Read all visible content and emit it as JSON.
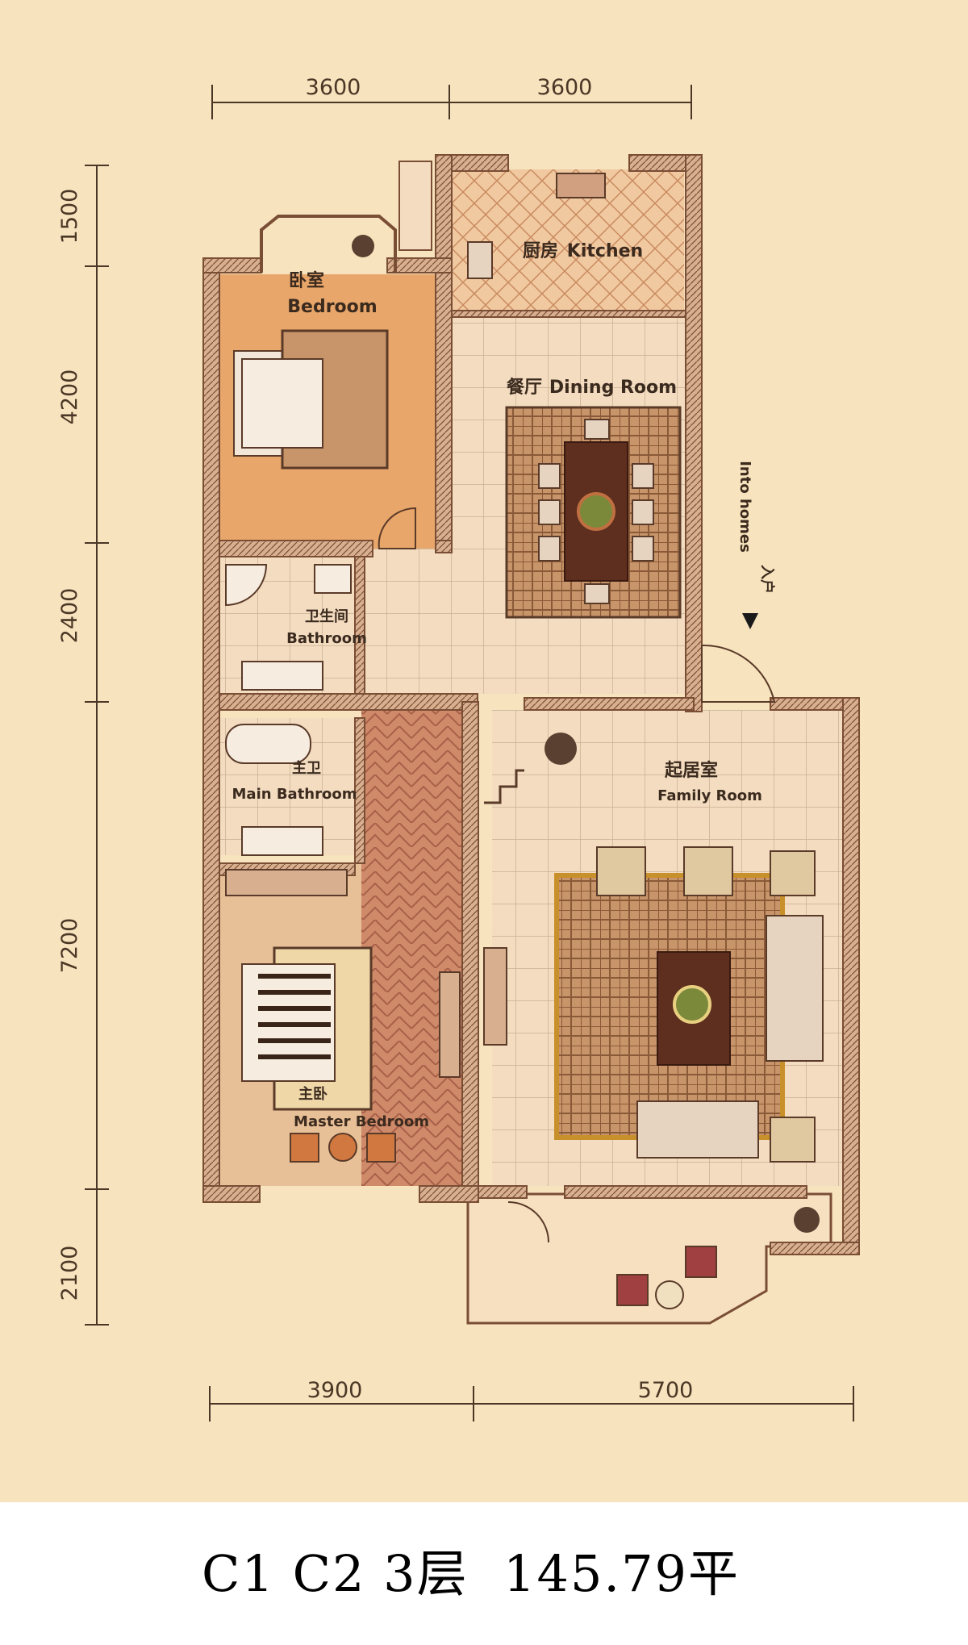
{
  "dimensions": {
    "top": [
      "3600",
      "3600"
    ],
    "left": [
      "1500",
      "4200",
      "2400",
      "7200",
      "2100"
    ],
    "bottom": [
      "3900",
      "5700"
    ]
  },
  "rooms": {
    "bedroom": {
      "cn": "卧室",
      "en": "Bedroom"
    },
    "kitchen": {
      "cn": "厨房",
      "en": "Kitchen"
    },
    "dining": {
      "cn": "餐厅",
      "en": "Dining Room"
    },
    "bathroom": {
      "cn": "卫生间",
      "en": "Bathroom"
    },
    "main_bathroom": {
      "cn": "主卫",
      "en": "Main Bathroom"
    },
    "master_bedroom": {
      "cn": "主卧",
      "en": "Master Bedroom"
    },
    "family_room": {
      "cn": "起居室",
      "en": "Family Room"
    }
  },
  "entrance": {
    "cn": "入户",
    "en": "Into homes"
  },
  "caption": "C1 C2 3层  145.79平",
  "colors": {
    "background": "#f7e3bd",
    "wall": "#c9a080",
    "wall_stroke": "#7a4e35",
    "floor_tile": "#f3dcc0",
    "wood_floor": "#cf8a6a",
    "bedroom_floor": "#e8a66a",
    "rug_light": "#c8956a",
    "rug_dark": "#8a5a38",
    "table": "#5e2e1e"
  }
}
